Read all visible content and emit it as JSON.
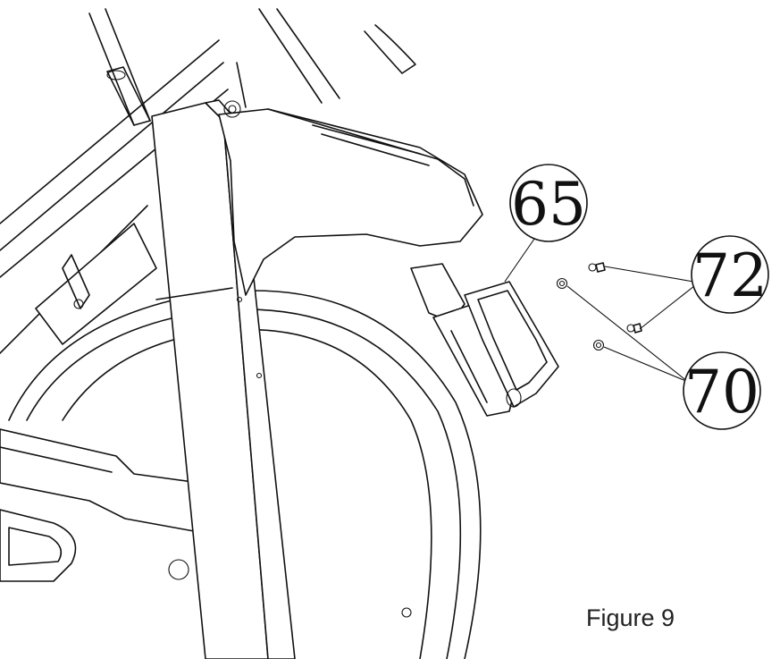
{
  "callouts": [
    {
      "label": "65"
    },
    {
      "label": "72"
    },
    {
      "label": "70"
    }
  ],
  "caption": "Figure 9"
}
